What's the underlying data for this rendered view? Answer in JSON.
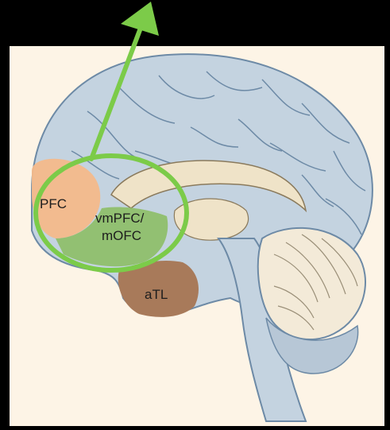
{
  "labels": {
    "pfc": "PFC",
    "vmpfc_line1": "vmPFC/",
    "vmpfc_line2": "mOFC",
    "atl": "aTL"
  },
  "colors": {
    "background": "#000000",
    "panel": "#fdf4e6",
    "cortex": "#c4d3e0",
    "sulci": "#6d8aa6",
    "pfc_region": "#f4b98a",
    "vmpfc_region": "#8fbf6c",
    "atl_region": "#a87a5a",
    "highlight": "#7ccb49",
    "inner_structures": "#efe3c8",
    "cerebellum": "#f3ead8"
  },
  "icons": {
    "arrow": "arrow-up-icon",
    "circle": "highlight-circle"
  }
}
